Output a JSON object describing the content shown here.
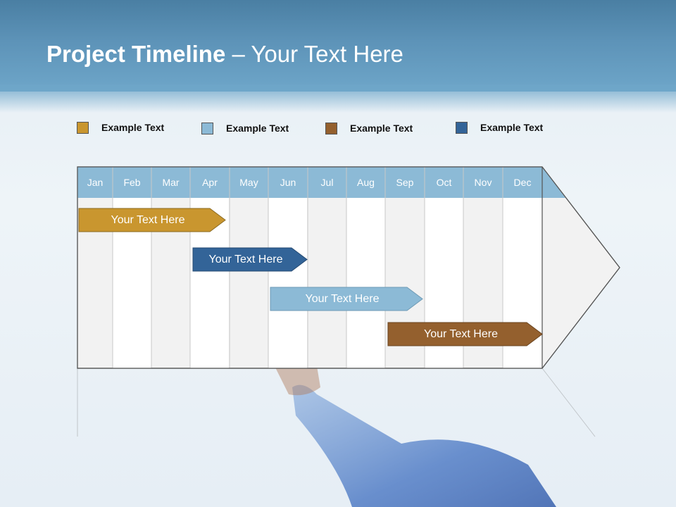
{
  "slide": {
    "title_bold": "Project Timeline",
    "title_rest": " – Your Text Here"
  },
  "legend": [
    {
      "label": "Example Text",
      "color": "#c9962f"
    },
    {
      "label": "Example Text",
      "color": "#8cbad6"
    },
    {
      "label": "Example Text",
      "color": "#94602e"
    },
    {
      "label": "Example Text",
      "color": "#336498"
    }
  ],
  "timeline": {
    "months": [
      "Jan",
      "Feb",
      "Mar",
      "Apr",
      "May",
      "Jun",
      "Jul",
      "Aug",
      "Sep",
      "Oct",
      "Nov",
      "Dec"
    ],
    "header_color": "#8cbad6",
    "bars": [
      {
        "label": "Your  Text Here",
        "color": "#c9962f"
      },
      {
        "label": "Your  Text Here",
        "color": "#336498"
      },
      {
        "label": "Your  Text Here",
        "color": "#8cbad6"
      },
      {
        "label": "Your  Text Here",
        "color": "#94602e"
      }
    ]
  }
}
